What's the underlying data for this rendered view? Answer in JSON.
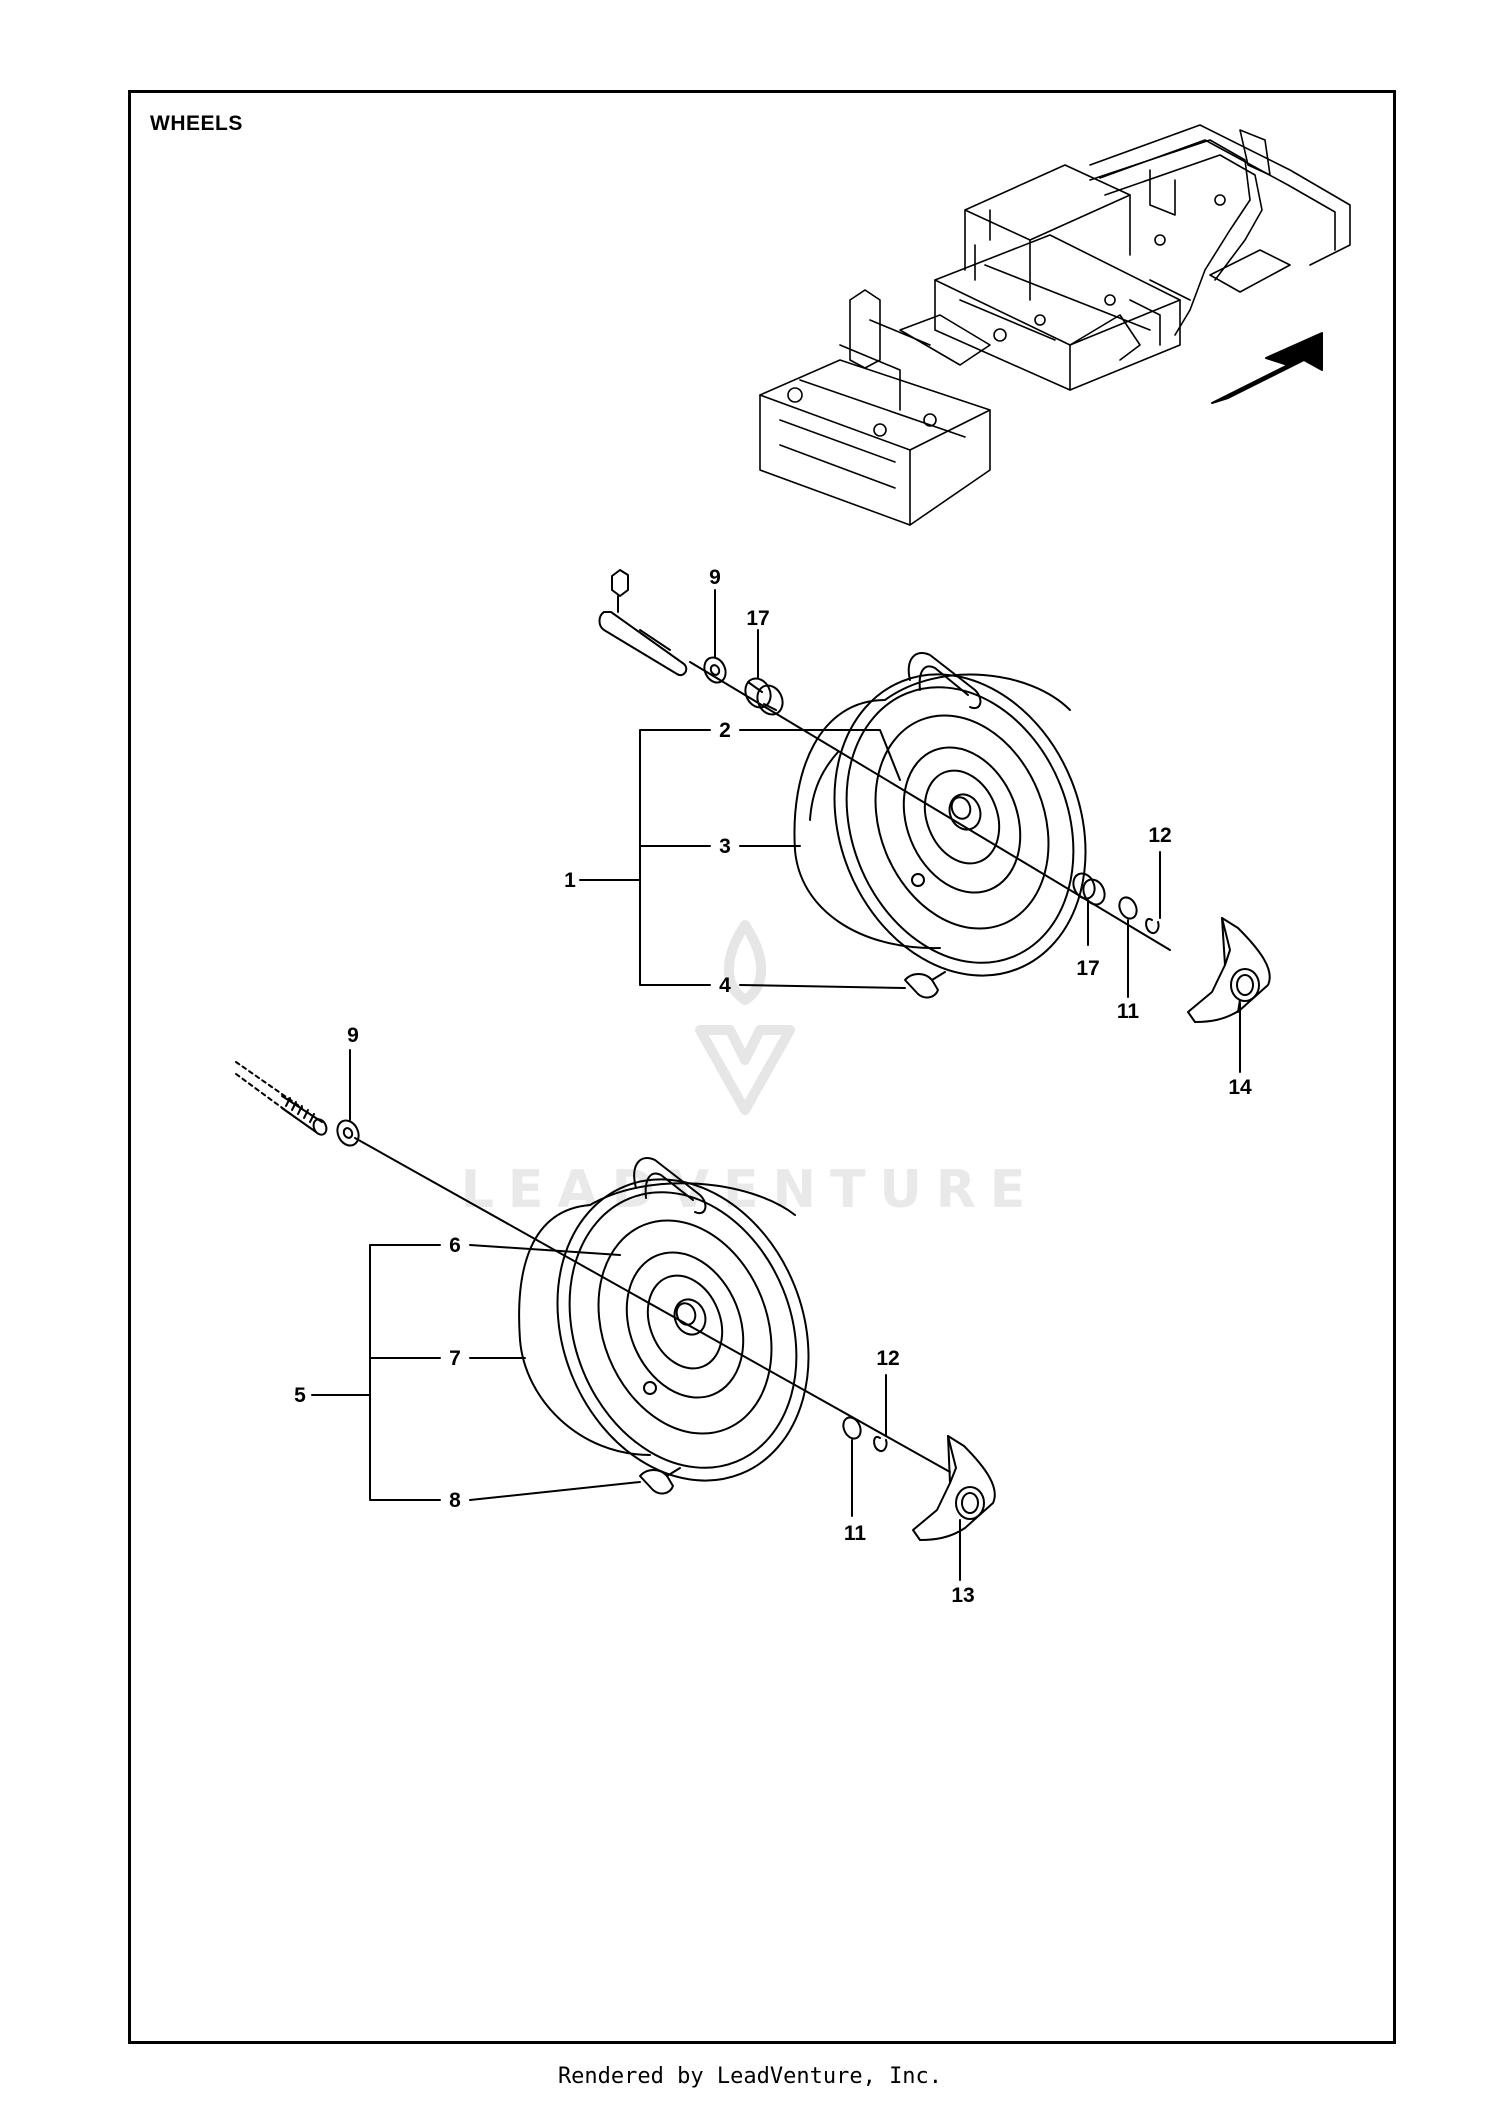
{
  "page": {
    "title": "WHEELS",
    "footer": "Rendered by LeadVenture, Inc.",
    "watermark": "LEADVENTURE"
  },
  "icons": [
    "direction-arrow-icon",
    "leadventure-flame-logo"
  ],
  "callouts": {
    "c9a": "9",
    "c17a": "17",
    "c2": "2",
    "c3": "3",
    "c1": "1",
    "c4": "4",
    "c12a": "12",
    "c17b": "17",
    "c11a": "11",
    "c14": "14",
    "c9b": "9",
    "c6": "6",
    "c7": "7",
    "c5": "5",
    "c8": "8",
    "c12b": "12",
    "c11b": "11",
    "c13": "13"
  },
  "colors": {
    "line": "#000000",
    "watermark": "#e9e9e9"
  }
}
